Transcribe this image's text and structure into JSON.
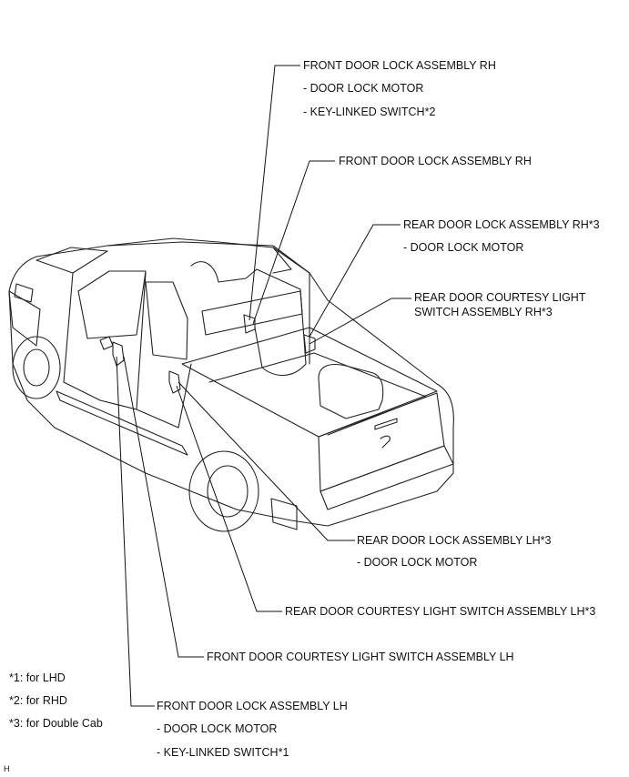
{
  "labels": {
    "front_rh_top": {
      "title": "FRONT DOOR LOCK ASSEMBLY RH",
      "sub1": "- DOOR LOCK MOTOR",
      "sub2": "- KEY-LINKED SWITCH*2"
    },
    "front_rh_courtesy": {
      "title": "FRONT DOOR LOCK ASSEMBLY RH"
    },
    "rear_rh_lock": {
      "title": "REAR DOOR LOCK ASSEMBLY RH*3",
      "sub1": "- DOOR LOCK MOTOR"
    },
    "rear_rh_courtesy": {
      "line1": "REAR DOOR COURTESY LIGHT",
      "line2": "SWITCH ASSEMBLY RH*3"
    },
    "rear_lh_lock": {
      "title": "REAR DOOR LOCK ASSEMBLY LH*3",
      "sub1": "- DOOR LOCK MOTOR"
    },
    "rear_lh_courtesy": {
      "title": "REAR DOOR COURTESY LIGHT SWITCH ASSEMBLY LH*3"
    },
    "front_lh_courtesy": {
      "title": "FRONT DOOR COURTESY LIGHT SWITCH ASSEMBLY LH"
    },
    "front_lh_lock": {
      "title": "FRONT DOOR LOCK ASSEMBLY LH",
      "sub1": "- DOOR LOCK MOTOR",
      "sub2": "- KEY-LINKED SWITCH*1"
    }
  },
  "notes": [
    "*1: for LHD",
    "*2: for RHD",
    "*3: for Double Cab"
  ],
  "figure_code": "H"
}
